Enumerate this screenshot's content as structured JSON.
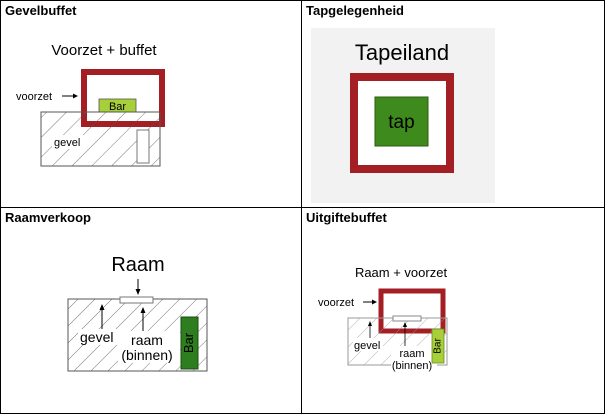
{
  "colors": {
    "frame_red": "#a31f24",
    "bar_light_green": "#a6cf3a",
    "tap_dark_green": "#3f8a1c",
    "raam_bar_green": "#2e7d1e",
    "border": "#000000"
  },
  "cells": [
    {
      "title": "Gevelbuffet",
      "heading": "Voorzet + buffet",
      "voorzet_label": "voorzet",
      "bar_label": "Bar",
      "gevel_label": "gevel"
    },
    {
      "title": "Tapgelegenheid",
      "heading": "Tapeiland",
      "tap_label": "tap"
    },
    {
      "title": "Raamverkoop",
      "heading": "Raam",
      "gevel_label": "gevel",
      "raam_label": "raam",
      "raam_sub_label": "(binnen)",
      "bar_label": "Bar"
    },
    {
      "title": "Uitgiftebuffet",
      "heading": "Raam + voorzet",
      "voorzet_label": "voorzet",
      "gevel_label": "gevel",
      "raam_label": "raam",
      "raam_sub_label": "(binnen)",
      "bar_label": "Bar"
    }
  ]
}
